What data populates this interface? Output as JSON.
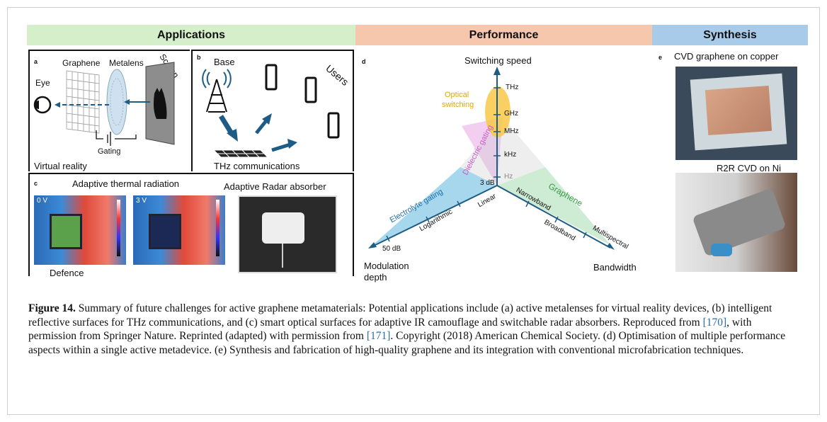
{
  "bands": {
    "applications": "Applications",
    "performance": "Performance",
    "synthesis": "Synthesis"
  },
  "panel_a": {
    "label": "a",
    "graphene": "Graphene",
    "metalens": "Metalens",
    "screen": "Screen",
    "eye": "Eye",
    "gating": "Gating",
    "title": "Virtual reality"
  },
  "panel_b": {
    "label": "b",
    "base": "Base",
    "users": "Users",
    "title": "THz communications"
  },
  "panel_c": {
    "label": "c",
    "thermal": "Adaptive thermal radiation",
    "radar": "Adaptive Radar absorber",
    "v0": "0 V",
    "v3": "3 V",
    "title": "Defence"
  },
  "panel_d": {
    "label": "d",
    "switching_speed": "Switching speed",
    "optical": "Optical",
    "switching": "switching",
    "ticks_speed": [
      "THz",
      "GHz",
      "MHz",
      "kHz",
      "Hz"
    ],
    "dielectric": "Dielectric gating",
    "electrolyte": "Electrolyte gating",
    "graphene": "Graphene",
    "db3": "3 dB",
    "linear": "Linear",
    "logarithmic": "Logarithmic",
    "db50": "50 dB",
    "narrowband": "Narrowband",
    "broadband": "Broadband",
    "multispectral": "Multispectral",
    "modulation": "Modulation",
    "depth": "depth",
    "bandwidth": "Bandwidth"
  },
  "panel_e": {
    "label": "e",
    "cvd": "CVD graphene on copper",
    "r2r": "R2R CVD on Ni"
  },
  "caption": {
    "fig": "Figure 14.",
    "p1": " Summary of future challenges for active graphene metamaterials: Potential applications include (a) active metalenses for virtual reality devices, (b) intelligent reflective surfaces for THz communications, and (c) smart optical surfaces for adaptive IR camouflage and switchable radar absorbers. Reproduced from ",
    "r1": "[170]",
    "p2": ", with permission from Springer Nature. Reprinted (adapted) with permission from ",
    "r2": "[171]",
    "p3": ". Copyright (2018) American Chemical Society. (d) Optimisation of multiple performance aspects within a single active metadevice. (e) Synthesis and fabrication of high-quality graphene and its integration with conventional microfabrication techniques."
  },
  "colors": {
    "applications": "#d6efcb",
    "performance": "#f6c6ad",
    "synthesis": "#a9cbea",
    "axis": "#1d5c84",
    "ref": "#2b6cb0"
  }
}
